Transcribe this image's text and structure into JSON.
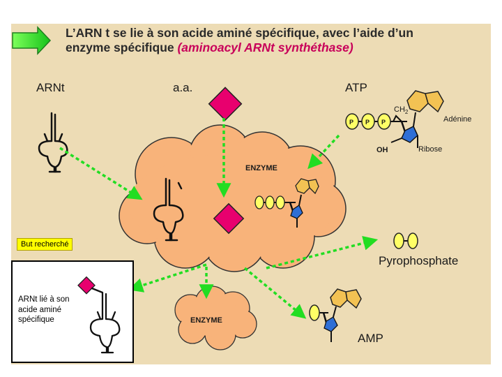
{
  "title": {
    "line1": "L’ARN t se lie à son acide aminé spécifique, avec l’aide d’un",
    "line2_main": "enzyme spécifique ",
    "line2_highlight": "(aminoacyl ARNt synthéthase)"
  },
  "labels": {
    "arnt": "ARNt",
    "aa": "a.a.",
    "atp": "ATP",
    "ch2": "CH",
    "ch2_sub": "2",
    "adenine": "Adénine",
    "ribose": "Ribose",
    "oh": "OH",
    "p": "P",
    "enzyme_main": "ENZYME",
    "enzyme_small": "ENZYME",
    "pyrophosphate": "Pyrophosphate",
    "amp": "AMP",
    "but_recherche": "But recherché",
    "result": "ARNt lié à son acide aminé spécifique"
  },
  "colors": {
    "background": "#eddcb5",
    "enzyme": "#f8b37a",
    "amino_acid": "#e8006e",
    "phosphate": "#ffff66",
    "adenine": "#f3c253",
    "ribose": "#2f6fd6",
    "arrow": "#22dd22",
    "title_highlight": "#c8005a"
  },
  "icons": {
    "nav_arrow": "green-arrow-icon"
  }
}
